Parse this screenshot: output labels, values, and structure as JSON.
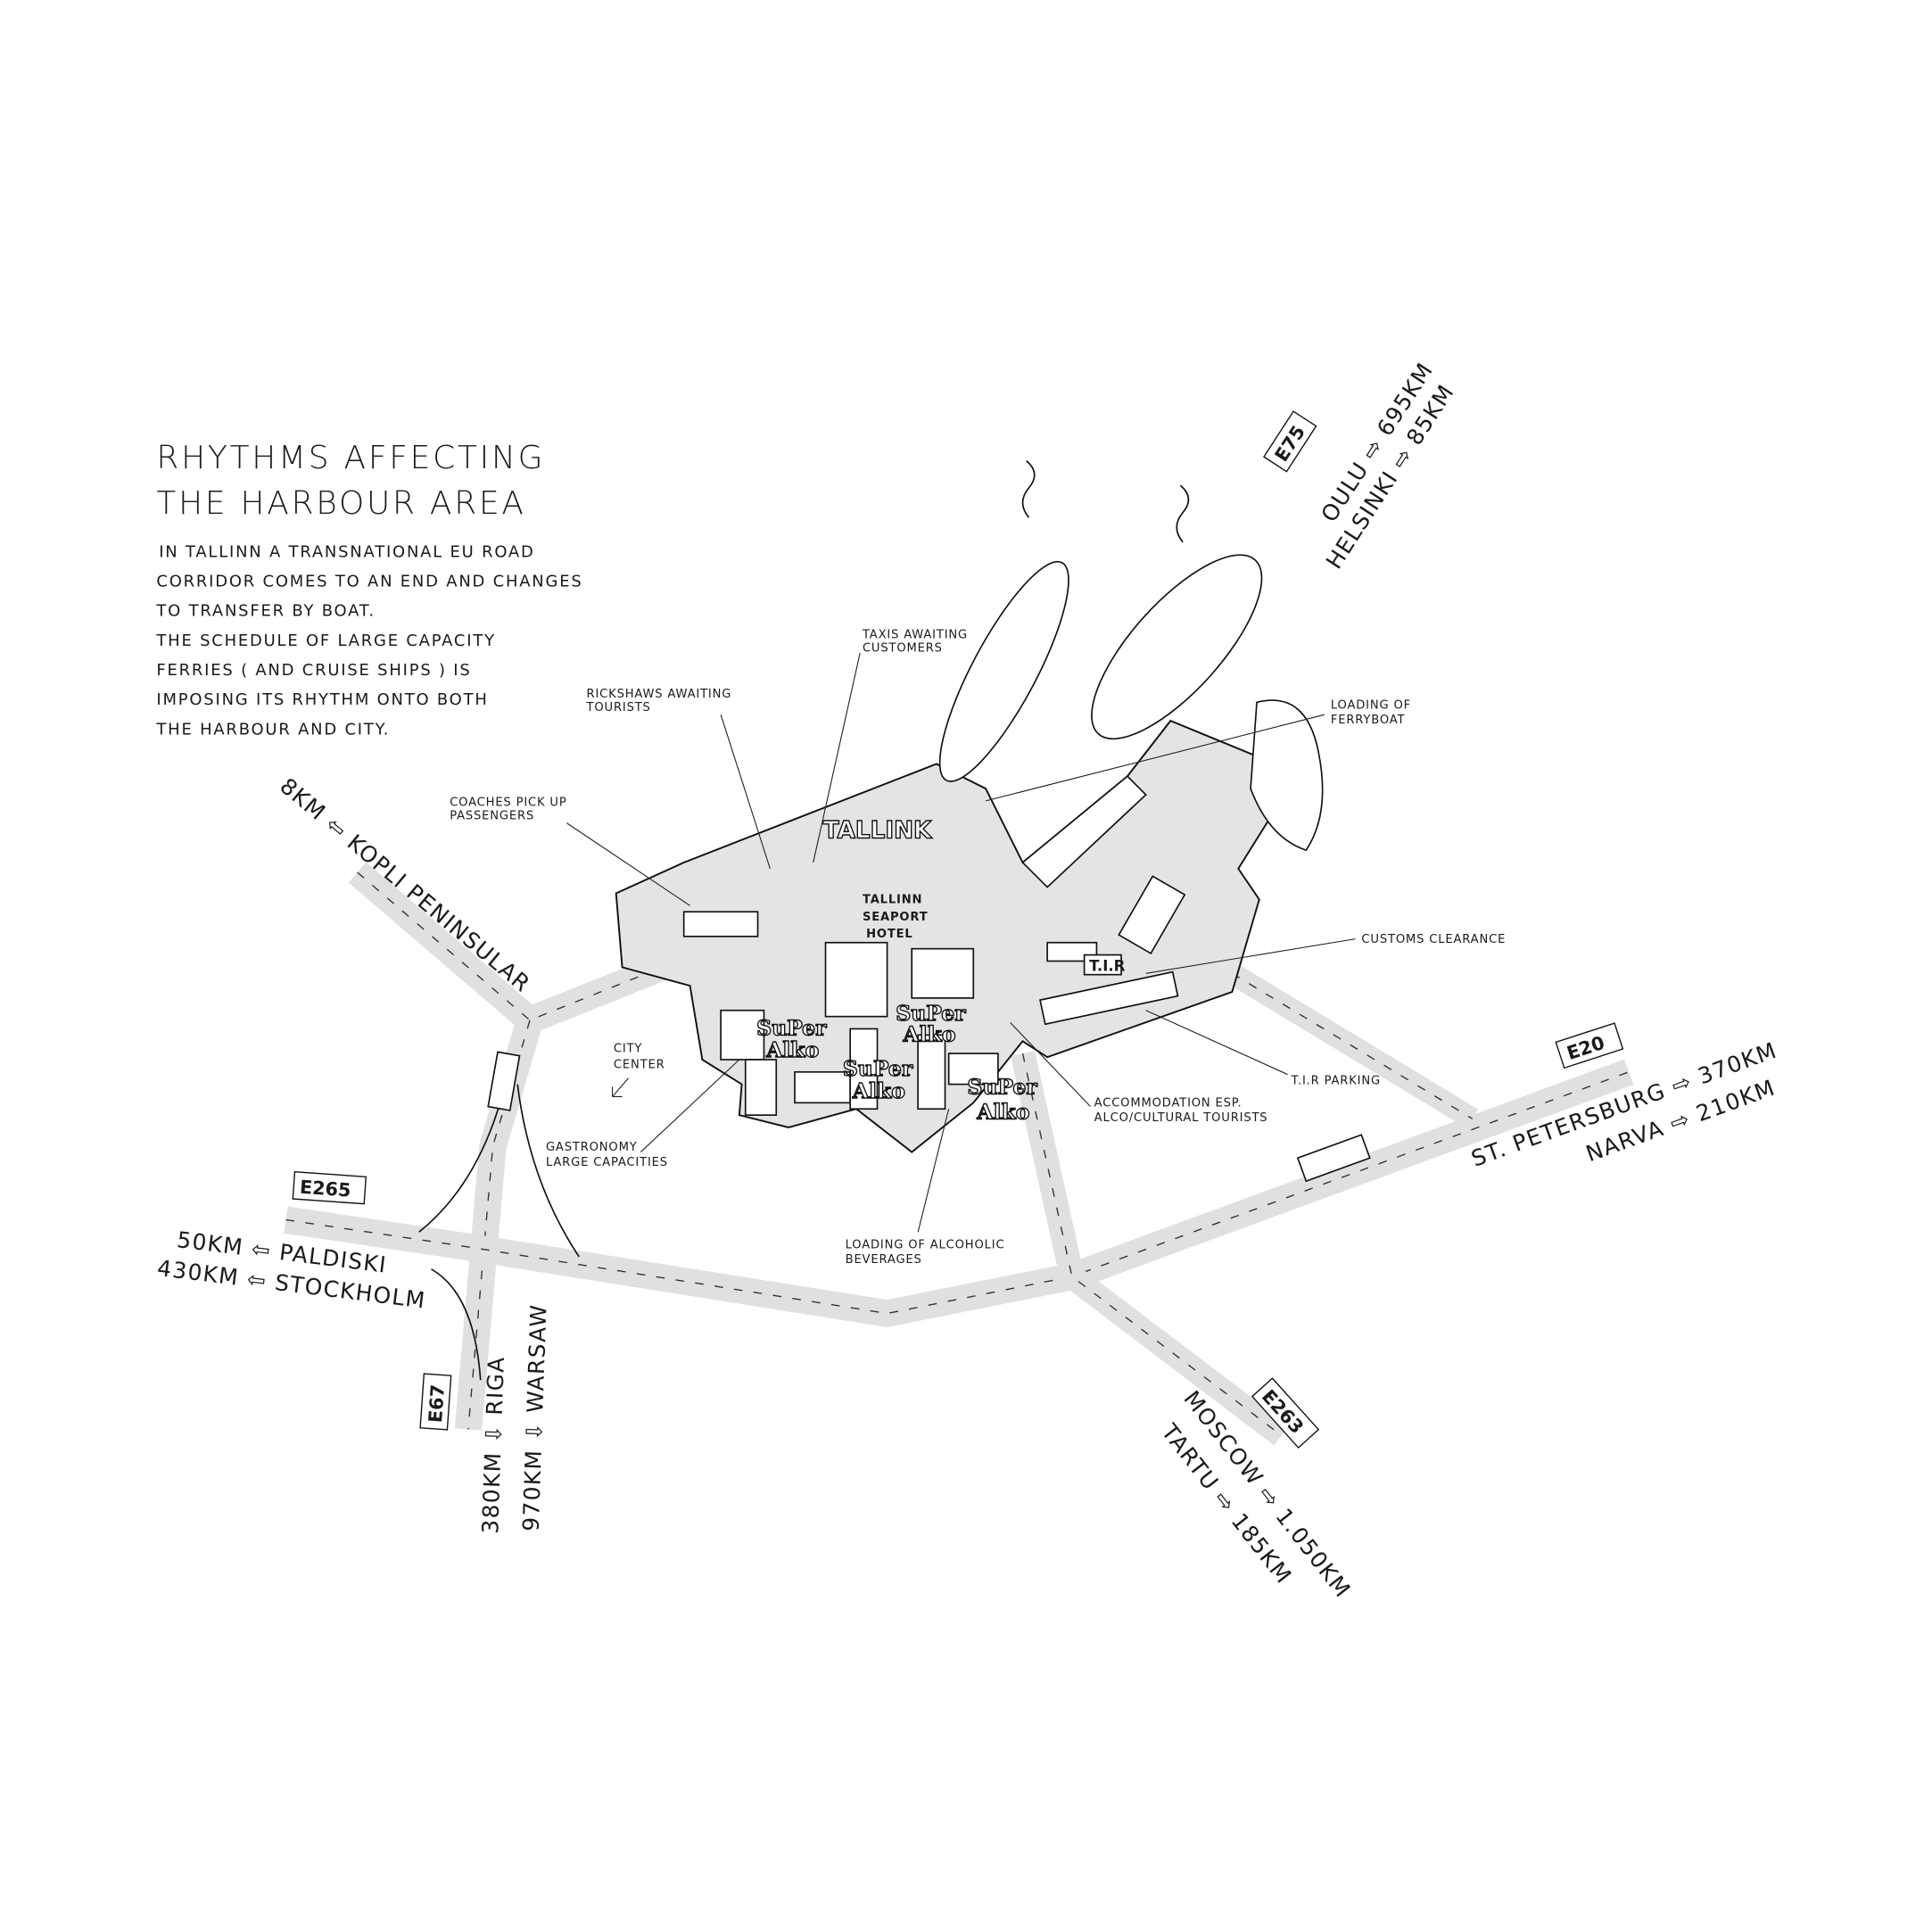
{
  "title": {
    "line1": "RHYTHMS AFFECTING",
    "line2": "THE HARBOUR AREA"
  },
  "description": [
    "IN TALLINN A TRANSNATIONAL EU ROAD",
    "CORRIDOR COMES TO AN END AND CHANGES",
    "TO TRANSFER BY BOAT.",
    "THE SCHEDULE OF LARGE CAPACITY",
    "FERRIES ( AND CRUISE SHIPS ) IS",
    "IMPOSING  ITS RHYTHM ONTO BOTH",
    "THE HARBOUR AND CITY."
  ],
  "annotations": {
    "taxis": [
      "TAXIS AWAITING",
      "CUSTOMERS"
    ],
    "rickshaws": [
      "RICKSHAWS AWAITING",
      "TOURISTS"
    ],
    "coaches": [
      "COACHES PICK UP",
      "PASSENGERS"
    ],
    "loading_ferry": [
      "LOADING OF",
      "FERRYBOAT"
    ],
    "customs": [
      "CUSTOMS CLEARANCE"
    ],
    "tir_parking": [
      "T.I.R PARKING"
    ],
    "accommodation": [
      "ACCOMMODATION ESP.",
      "ALCO/CULTURAL TOURISTS"
    ],
    "city_center": [
      "CITY",
      "CENTER"
    ],
    "gastronomy": [
      "GASTRONOMY",
      "LARGE CAPACITIES"
    ],
    "loading_alcohol": [
      "LOADING OF ALCOHOLIC",
      "BEVERAGES"
    ]
  },
  "map_labels": {
    "tallink": "TALLINK",
    "hotel": [
      "TALLINN",
      "SEAPORT",
      "HOTEL"
    ],
    "tir": "T.I.R",
    "alko": [
      "SuPer",
      "Alko"
    ]
  },
  "roads": {
    "kopli": "8KM ⇦ KOPLI PENINSULAR",
    "e75": {
      "sign": "E75",
      "lines": [
        "OULU ⇨ 695KM",
        "HELSINKI ⇨ 85KM"
      ]
    },
    "e20": {
      "sign": "E20",
      "lines": [
        "ST. PETERSBURG ⇨ 370KM",
        "NARVA ⇨ 210KM"
      ]
    },
    "e265": {
      "sign": "E265",
      "lines": [
        "50KM ⇦ PALDISKI",
        "430KM ⇦ STOCKHOLM"
      ]
    },
    "e67": {
      "sign": "E67",
      "lines": [
        "380KM ⇩ RIGA",
        "970KM ⇩ WARSAW"
      ]
    },
    "e263": {
      "sign": "E263",
      "lines": [
        "MOSCOW ⇨ 1.050KM",
        "TARTU ⇨ 185KM"
      ]
    }
  }
}
